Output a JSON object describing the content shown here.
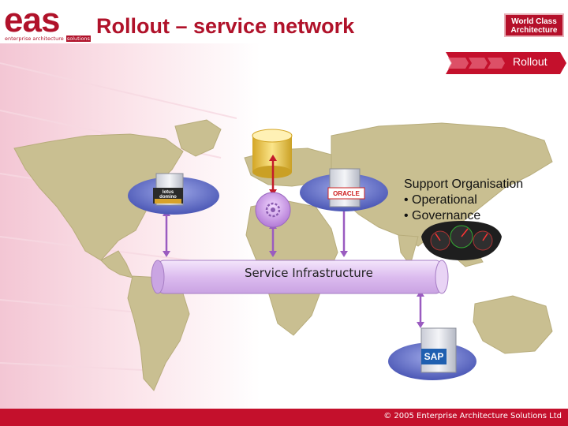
{
  "header": {
    "title": "Rollout – service network",
    "badge": "World Class Architecture",
    "stage": "Rollout"
  },
  "logo": {
    "letters": "eas",
    "tagline_left": "enterprise architecture",
    "tagline_right": "solutions"
  },
  "support": {
    "heading": "Support Organisation",
    "items": [
      "• Operational",
      "• Governance"
    ]
  },
  "infrastructure_label": "Service Infrastructure",
  "servers": {
    "left": "lotus domino",
    "center": "ORACLE",
    "sap": "SAP"
  },
  "footer": "© 2005 Enterprise Architecture Solutions Ltd",
  "colors": {
    "brand": "#b0122a",
    "map_land": "#c9bf91",
    "pipe": "#e3c6f0",
    "arrow": "#9a5bc0"
  }
}
